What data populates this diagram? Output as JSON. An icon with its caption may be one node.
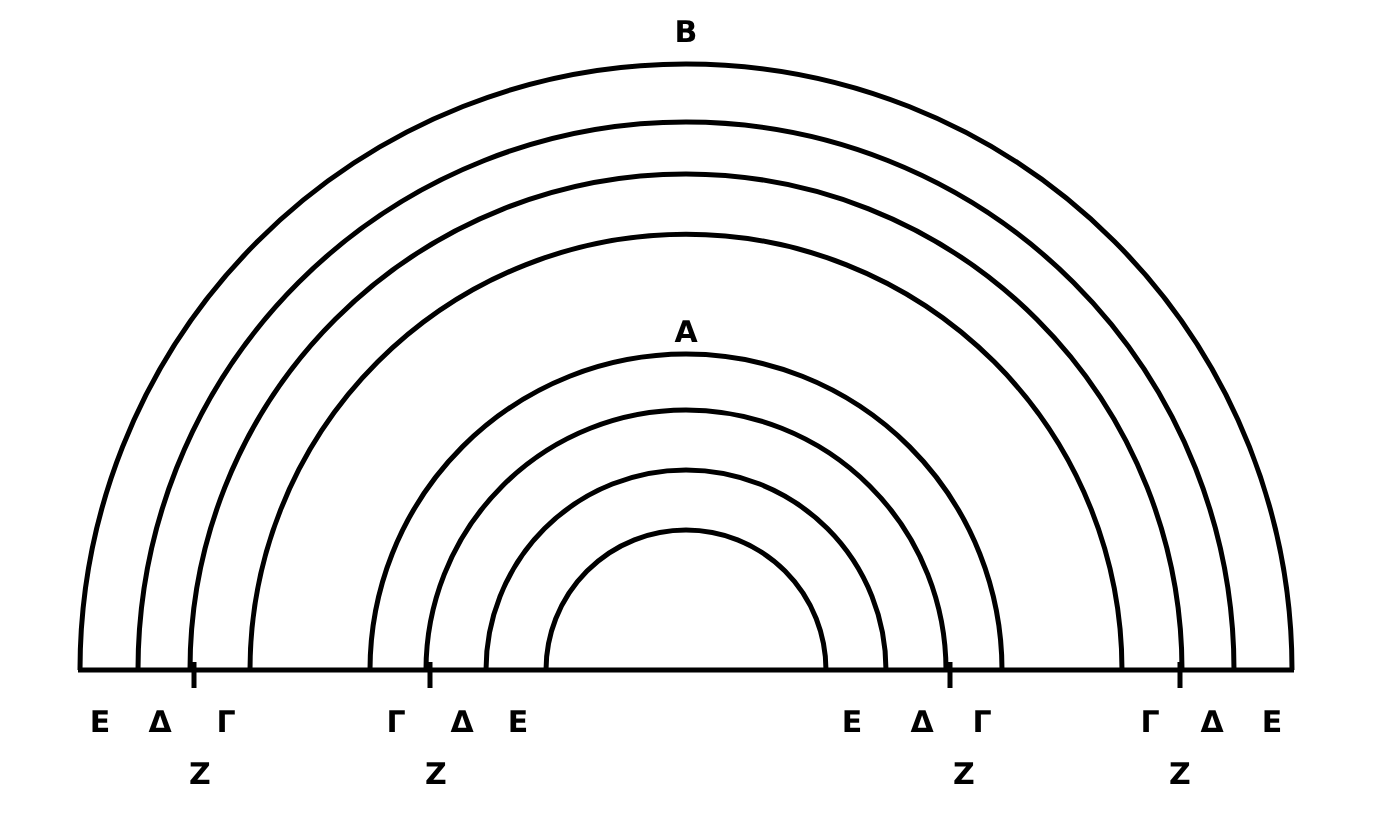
{
  "diagram": {
    "labels": [
      "Β",
      "Α",
      "Ε",
      "Δ",
      "Γ",
      "Γ",
      "Δ",
      "Ε",
      "Ε",
      "Δ",
      "Γ",
      "Γ",
      "Δ",
      "Ε",
      "Ζ",
      "Ζ",
      "Ζ",
      "Ζ"
    ]
  }
}
